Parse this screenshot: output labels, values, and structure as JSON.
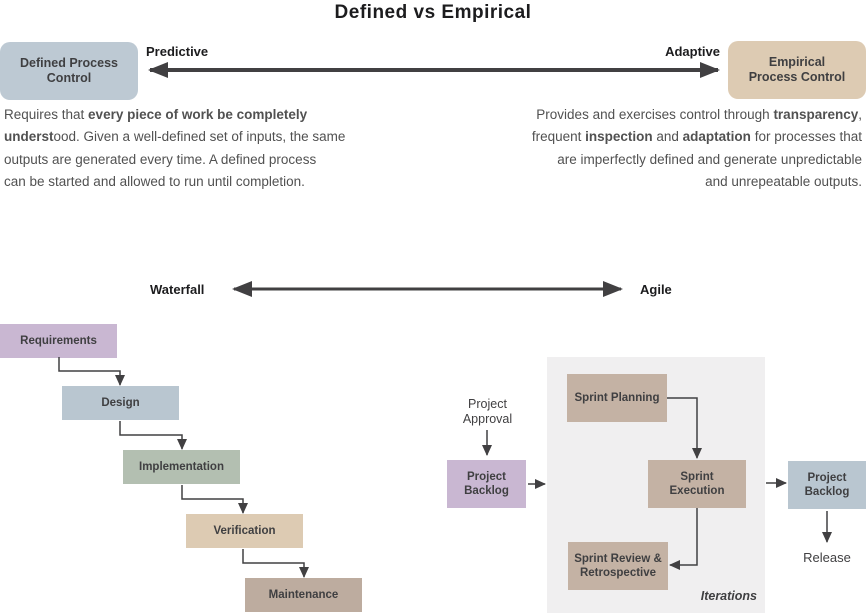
{
  "title": "Defined vs Empirical",
  "colors": {
    "arrow": "#414042",
    "panel": "#f0eff0",
    "defined_box": "#bdc9d3",
    "empirical_box": "#ddcbb3"
  },
  "top_axis": {
    "left_box_label": "Defined Process\nControl",
    "right_box_label": "Empirical\nProcess Control",
    "left_label": "Predictive",
    "right_label": "Adaptive"
  },
  "descriptions": {
    "defined_lines": [
      [
        {
          "t": "Requires that "
        },
        {
          "t": "every piece of work be completely",
          "b": 1
        }
      ],
      [
        {
          "t": "underst",
          "b": 1
        },
        {
          "t": "ood. Given a well-defined set of inputs, the same"
        }
      ],
      [
        {
          "t": "outputs are generated every time. A defined process"
        }
      ],
      [
        {
          "t": "can be started and allowed to run until completion."
        }
      ]
    ],
    "empirical_lines": [
      [
        {
          "t": "Provides and exercises control through "
        },
        {
          "t": "transparency",
          "b": 1
        },
        {
          "t": ","
        }
      ],
      [
        {
          "t": "frequent "
        },
        {
          "t": "inspection",
          "b": 1
        },
        {
          "t": " and "
        },
        {
          "t": "adaptation",
          "b": 1
        },
        {
          "t": " for processes that"
        }
      ],
      [
        {
          "t": "are imperfectly defined and generate unpredictable"
        }
      ],
      [
        {
          "t": "and unrepeatable outputs."
        }
      ]
    ]
  },
  "method_axis": {
    "left_label": "Waterfall",
    "right_label": "Agile"
  },
  "waterfall_steps": [
    {
      "label": "Requirements",
      "color": "#c9b7d2"
    },
    {
      "label": "Design",
      "color": "#b9c6d0"
    },
    {
      "label": "Implementation",
      "color": "#b3bfb1"
    },
    {
      "label": "Verification",
      "color": "#ddcbb3"
    },
    {
      "label": "Maintenance",
      "color": "#bdac9f"
    }
  ],
  "agile": {
    "project_approval_label": "Project\nApproval",
    "project_backlog_left": {
      "label": "Project\nBacklog",
      "color": "#c9b7d2"
    },
    "sprint_planning": {
      "label": "Sprint Planning",
      "color": "#c4b2a4"
    },
    "sprint_execution": {
      "label": "Sprint\nExecution",
      "color": "#c4b2a4"
    },
    "sprint_review": {
      "label": "Sprint Review &\nRetrospective",
      "color": "#c4b2a4"
    },
    "iterations_label": "Iterations",
    "project_backlog_right": {
      "label": "Project\nBacklog",
      "color": "#b9c6d0"
    },
    "release_label": "Release"
  }
}
